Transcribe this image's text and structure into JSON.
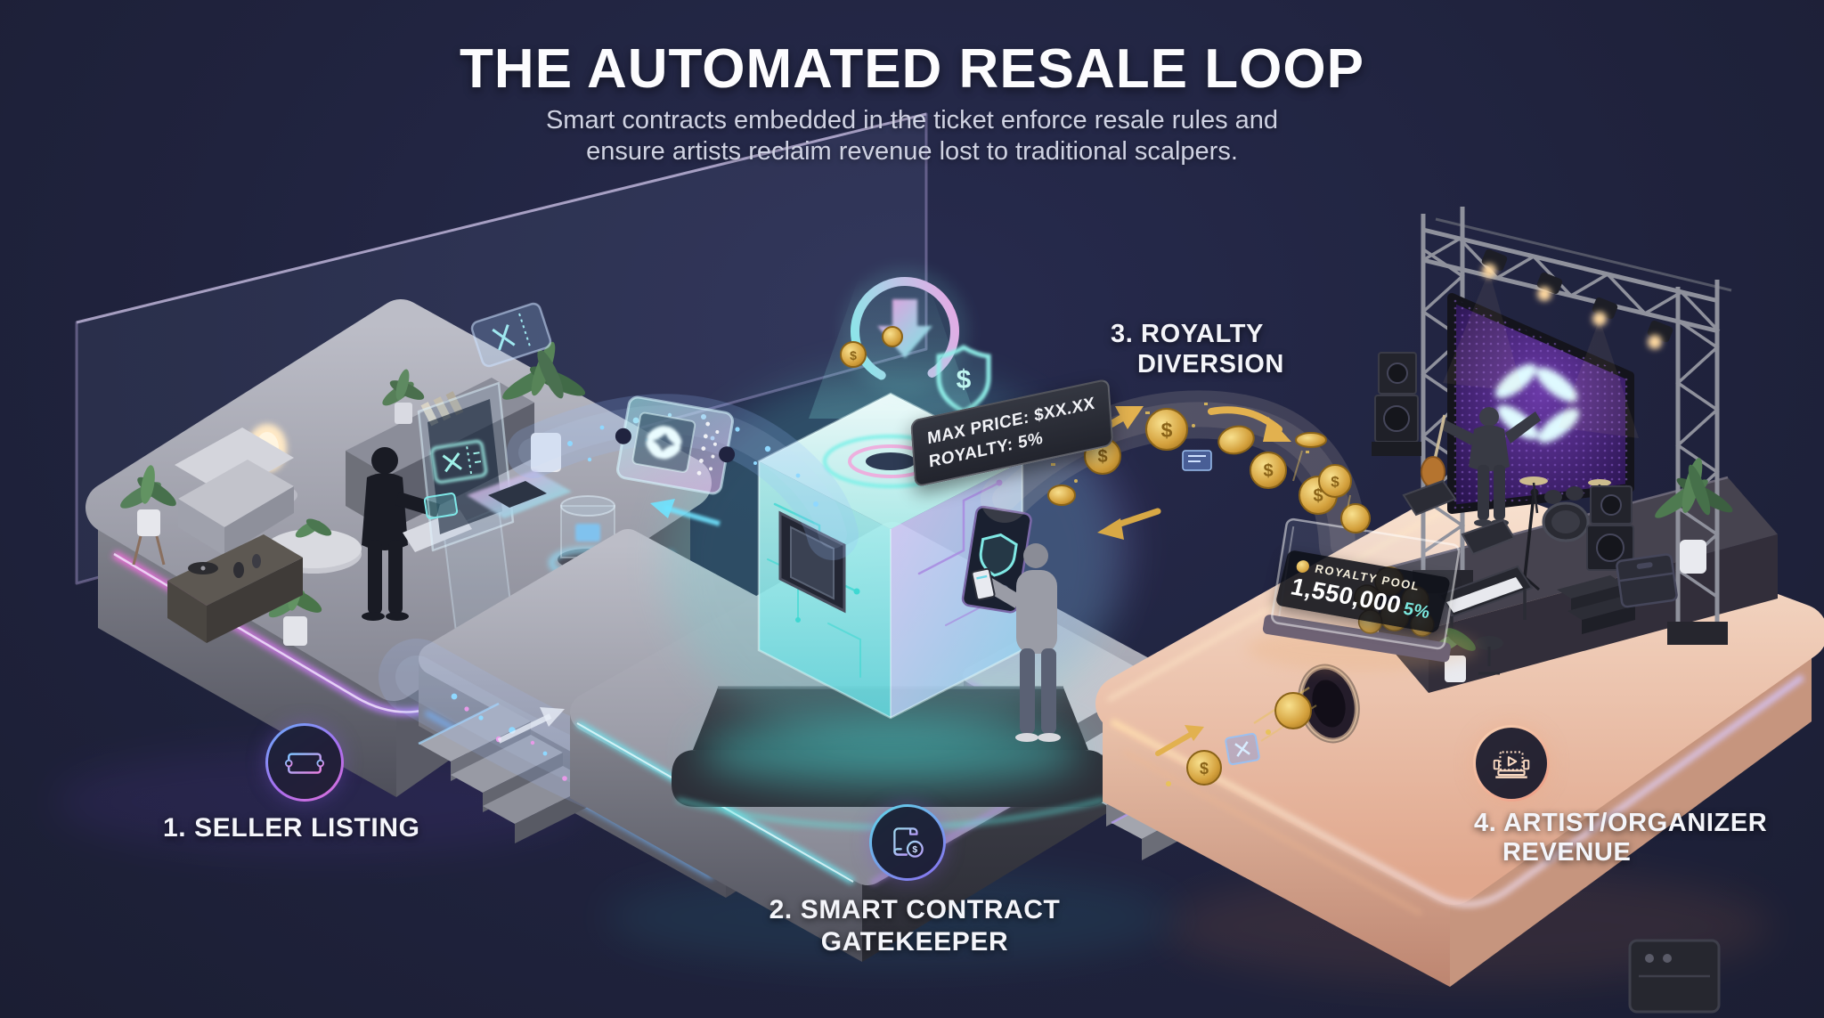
{
  "header": {
    "title": "THE AUTOMATED RESALE LOOP",
    "subtitle_line1": "Smart contracts embedded in the ticket enforce resale rules and",
    "subtitle_line2": "ensure artists reclaim revenue lost to traditional scalpers."
  },
  "steps": [
    {
      "line1": "1. SELLER LISTING",
      "line2": ""
    },
    {
      "line1": "2. SMART CONTRACT",
      "line2": "GATEKEEPER"
    },
    {
      "line1": "3. ROYALTY",
      "line2": "DIVERSION"
    },
    {
      "line1": "4. ARTIST/ORGANIZER",
      "line2": "REVENUE"
    }
  ],
  "contract_panel": {
    "line1": "MAX PRICE: $XX.XX",
    "line2": "ROYALTY: 5%"
  },
  "royalty_pool": {
    "label": "ROYALTY POOL",
    "amount": "1,550,000",
    "percent": "5%"
  },
  "scene": {
    "coin_symbol": "$"
  },
  "colors": {
    "background": "#20233E",
    "neon_cyan": "#6FE8F2",
    "neon_pink": "#E86BD8",
    "neon_purple": "#A879F0",
    "gold": "#E8C25A",
    "warm_platform": "#E8B49A"
  }
}
